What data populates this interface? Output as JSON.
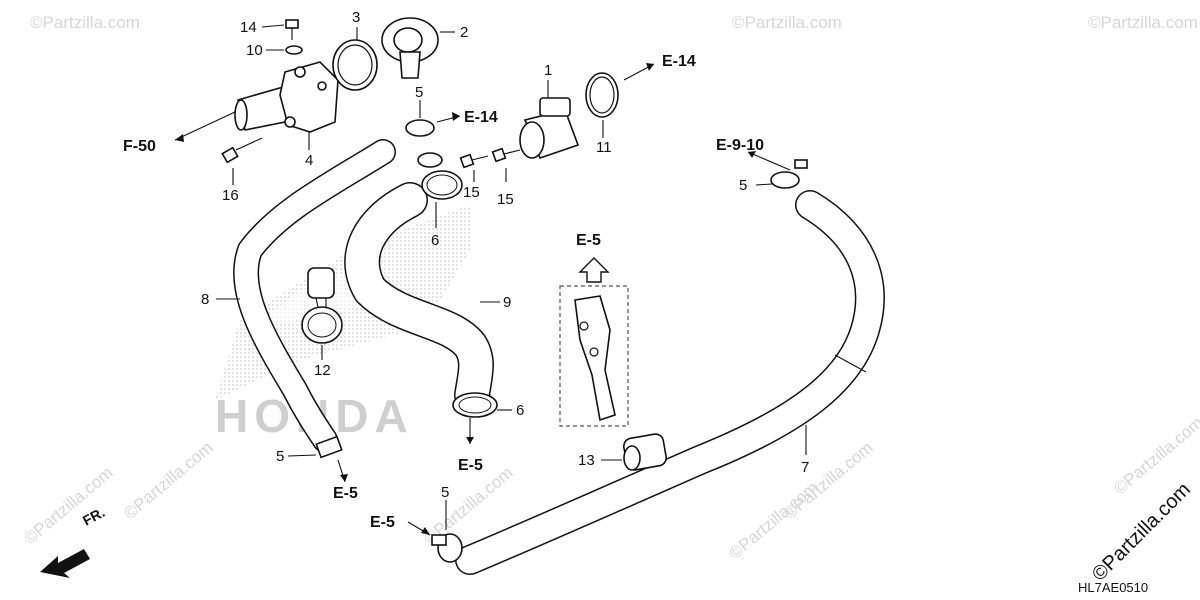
{
  "watermarks": [
    "©Partzilla.com",
    "©Partzilla.com",
    "©Partzilla.com",
    "©Partzilla.com",
    "©Partzilla.com",
    "©Partzilla.com",
    "©Partzilla.com",
    "©Partzilla.com",
    "©Partzilla.com"
  ],
  "logo_text": "HONDA",
  "copyright": "©Partzilla.com",
  "diagram_code": "HL7AE0510",
  "direction": "FR.",
  "refs": {
    "f50": "F-50",
    "e14_top": "E-14",
    "e14_mid": "E-14",
    "e910": "E-9-10",
    "e5_bracket": "E-5",
    "e5_mid": "E-5",
    "e5_left": "E-5",
    "e5_bottom": "E-5"
  },
  "callouts": {
    "p1": "1",
    "p2": "2",
    "p3": "3",
    "p4": "4",
    "p5a": "5",
    "p5b": "5",
    "p5c": "5",
    "p5d": "5",
    "p6a": "6",
    "p6b": "6",
    "p7": "7",
    "p8": "8",
    "p9": "9",
    "p10": "10",
    "p11": "11",
    "p12": "12",
    "p13": "13",
    "p14": "14",
    "p15a": "15",
    "p15b": "15",
    "p16": "16"
  },
  "colors": {
    "line": "#111111",
    "watermark": "#d6d6d6",
    "logo": "#cccccc"
  }
}
